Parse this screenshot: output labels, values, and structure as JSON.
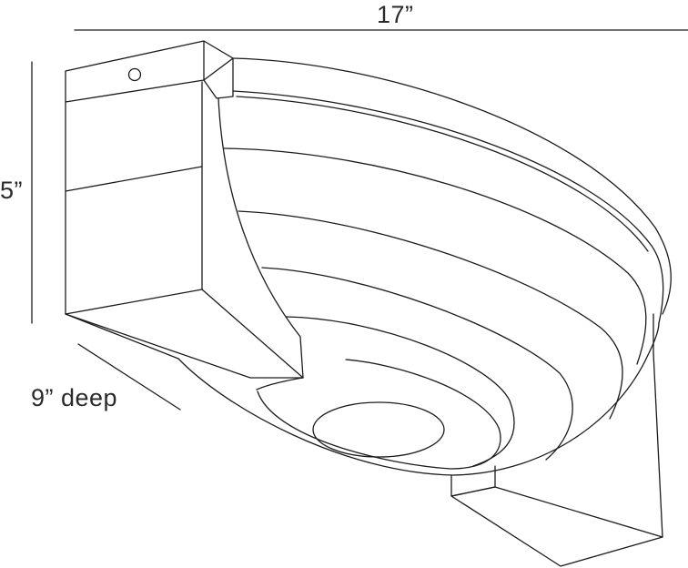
{
  "dimensions": {
    "width": "17”",
    "height": "5”",
    "depth": "9” deep"
  },
  "colors": {
    "line": "#1c1c1c",
    "background": "#ffffff"
  }
}
